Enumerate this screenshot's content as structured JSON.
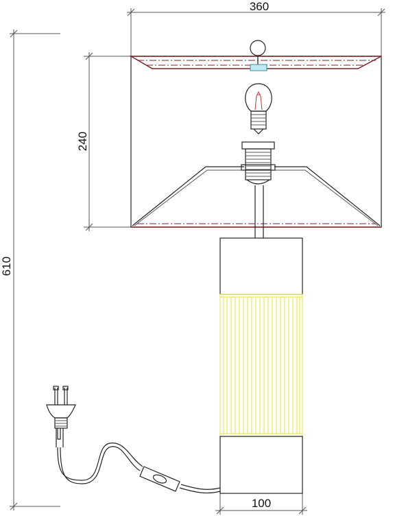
{
  "dimensions": {
    "shade_width": "360",
    "shade_height": "240",
    "total_height": "610",
    "base_width": "100"
  },
  "colors": {
    "line": "#222222",
    "shade_edge": "#7a2020",
    "glass_rods": "#e8e85a",
    "connector": "#7fd0e0"
  },
  "icons": [
    "bulb-icon",
    "plug-icon",
    "switch-icon"
  ]
}
